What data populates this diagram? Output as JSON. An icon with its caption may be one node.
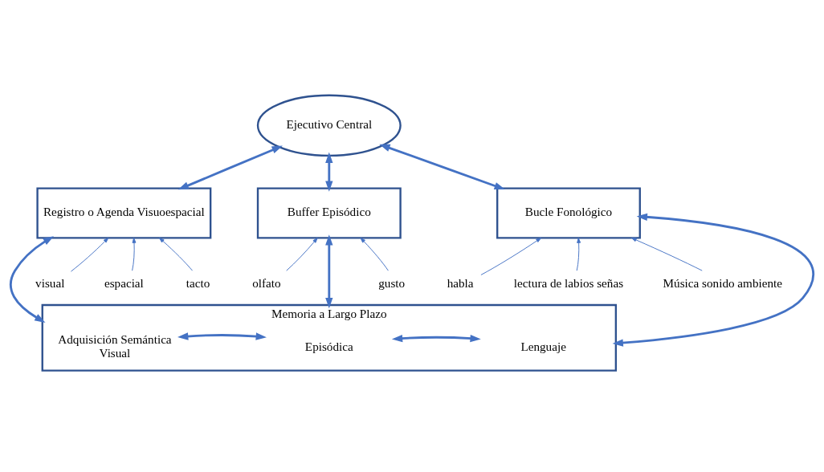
{
  "diagram": {
    "nodes": [
      {
        "text": [
          "Ejecutivo Central"
        ]
      },
      {
        "text": [
          "Registro o Agenda Visuoespacial"
        ]
      },
      {
        "text": [
          "Buffer Episódico"
        ]
      },
      {
        "text": [
          "Bucle Fonológico"
        ]
      },
      {
        "text": [
          "Memoria a Largo Plazo"
        ]
      },
      {
        "text": [
          "Adquisición Semántica",
          "Visual"
        ],
        "in": 4
      },
      {
        "text": [
          "Episódica"
        ],
        "in": 4
      },
      {
        "text": [
          "Lenguaje"
        ],
        "in": 4
      },
      {
        "text": [
          "visual"
        ]
      },
      {
        "text": [
          "espacial"
        ]
      },
      {
        "text": [
          "tacto"
        ]
      },
      {
        "text": [
          "olfato"
        ]
      },
      {
        "text": [
          "gusto"
        ]
      },
      {
        "text": [
          "habla"
        ]
      },
      {
        "text": [
          "lectura de labios señas"
        ]
      },
      {
        "text": [
          "Música sonido ambiente"
        ]
      }
    ],
    "edges": [
      {
        "from": 0,
        "to": 1,
        "arrow": "both",
        "style": "thick"
      },
      {
        "from": 0,
        "to": 2,
        "arrow": "both",
        "style": "thick"
      },
      {
        "from": 0,
        "to": 3,
        "arrow": "both",
        "style": "thick"
      },
      {
        "from": 1,
        "to": 4,
        "arrow": "both",
        "style": "thick"
      },
      {
        "from": 2,
        "to": 4,
        "arrow": "both",
        "style": "thick"
      },
      {
        "from": 3,
        "to": 4,
        "arrow": "both",
        "style": "thick"
      },
      {
        "from": 5,
        "to": 6,
        "arrow": "both",
        "style": "thick"
      },
      {
        "from": 6,
        "to": 7,
        "arrow": "both",
        "style": "thick"
      },
      {
        "from": 8,
        "to": 1,
        "arrow": "to"
      },
      {
        "from": 9,
        "to": 1,
        "arrow": "to"
      },
      {
        "from": 10,
        "to": 1,
        "arrow": "to"
      },
      {
        "from": 11,
        "to": 2,
        "arrow": "to"
      },
      {
        "from": 12,
        "to": 2,
        "arrow": "to"
      },
      {
        "from": 13,
        "to": 3,
        "arrow": "to"
      },
      {
        "from": 14,
        "to": 3,
        "arrow": "to"
      },
      {
        "from": 15,
        "to": 3,
        "arrow": "to"
      }
    ]
  }
}
